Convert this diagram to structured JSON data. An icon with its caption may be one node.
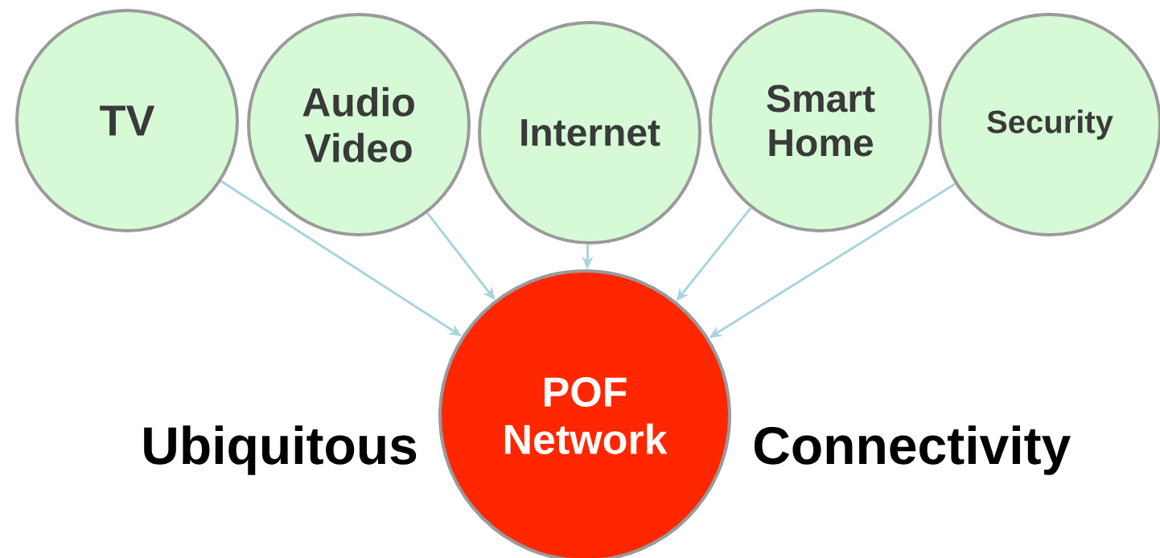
{
  "diagram": {
    "nodes": [
      {
        "text": [
          "TV"
        ]
      },
      {
        "text": [
          "Audio Video"
        ]
      },
      {
        "text": [
          "Internet"
        ]
      },
      {
        "text": [
          "Smart Home"
        ]
      },
      {
        "text": [
          "Security"
        ]
      },
      {
        "text": [
          "POF Network"
        ]
      }
    ],
    "edges": [
      {
        "from": 0,
        "to": 5,
        "arrow": "to"
      },
      {
        "from": 1,
        "to": 5,
        "arrow": "to"
      },
      {
        "from": 2,
        "to": 5,
        "arrow": "to"
      },
      {
        "from": 3,
        "to": 5,
        "arrow": "to"
      },
      {
        "from": 4,
        "to": 5,
        "arrow": "to"
      }
    ],
    "labels": [
      "Ubiquitous",
      "Connectivity"
    ]
  }
}
